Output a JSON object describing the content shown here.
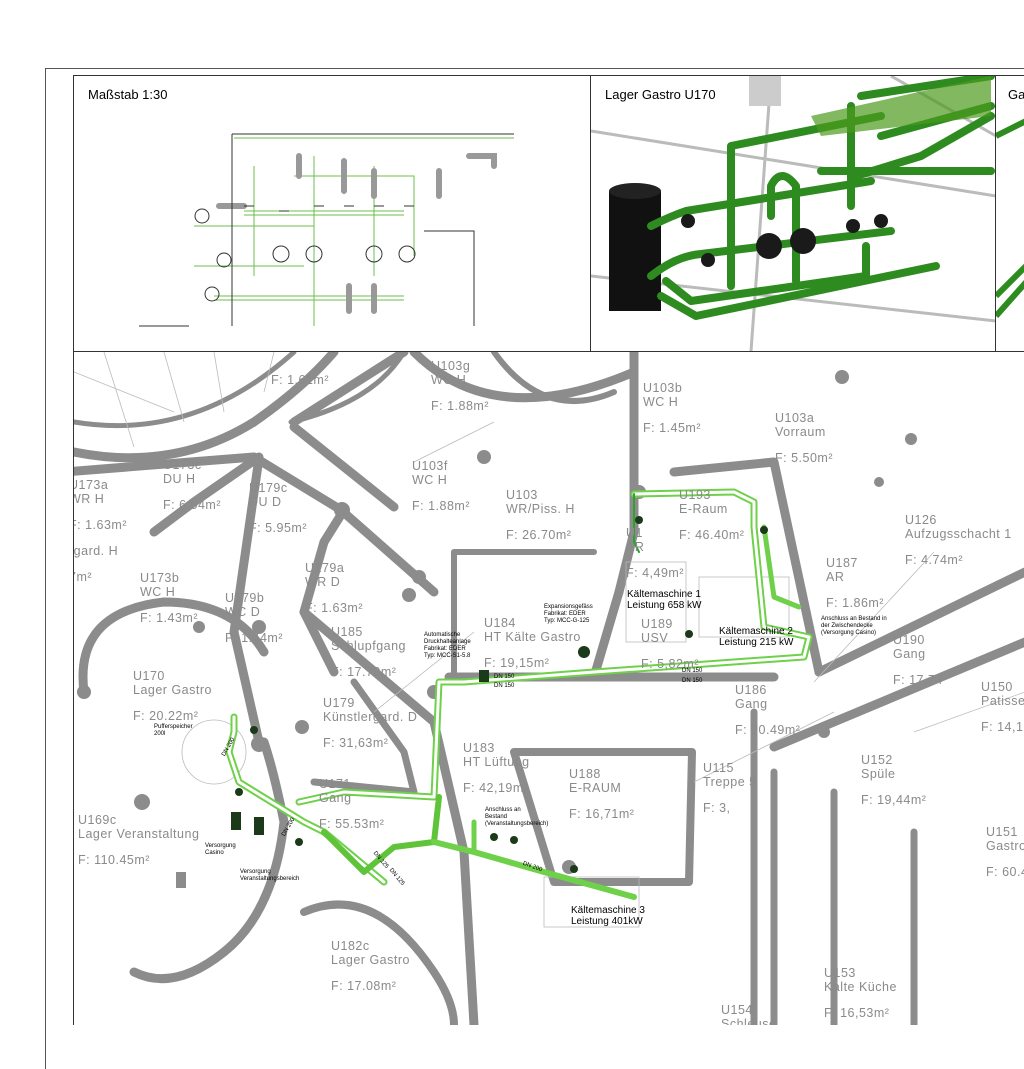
{
  "panels": {
    "scale_title": "Maßstab 1:30",
    "iso_title": "Lager Gastro U170",
    "iso2_title": "Ga"
  },
  "rooms": [
    {
      "id": "",
      "name": "",
      "area": "F:  1.61m²"
    },
    {
      "id": "U103g",
      "name": "WC H",
      "area": "F: 1.88m²"
    },
    {
      "id": "U103b",
      "name": "WC H",
      "area": "F:  1.45m²"
    },
    {
      "id": "U103a",
      "name": "Vorraum",
      "area": "F:  5.50m²"
    },
    {
      "id": "U103f",
      "name": "WC H",
      "area": "F: 1.88m²"
    },
    {
      "id": "U103",
      "name": "WR/Piss. H",
      "area": "F: 26.70m²"
    },
    {
      "id": "U193",
      "name": "E-Raum",
      "area": "F: 46.40m²"
    },
    {
      "id": "U173c",
      "name": "DU H",
      "area": "F: 6.54m²"
    },
    {
      "id": "U179c",
      "name": "DU D",
      "area": "F:  5.95m²"
    },
    {
      "id": "U173a",
      "name": "WR H",
      "area": "F: 1.63m²"
    },
    {
      "id": "",
      "name": "rgard. H",
      "area": "7m²"
    },
    {
      "id": "U173b",
      "name": "WC H",
      "area": "F: 1.43m²"
    },
    {
      "id": "U179b",
      "name": "WC D",
      "area": "F: 1.44m²"
    },
    {
      "id": "U179a",
      "name": "WR D",
      "area": "F: 1.63m²"
    },
    {
      "id": "U185",
      "name": "Schlupfgang",
      "area": "F: 17.70m²"
    },
    {
      "id": "U126",
      "name": "Aufzugsschacht 1",
      "area": "F:  4.74m²"
    },
    {
      "id": "U187",
      "name": "AR",
      "area": "F: 1.86m²"
    },
    {
      "id": "U190",
      "name": "Gang",
      "area": "F: 17.74"
    },
    {
      "id": "U150",
      "name": "Patisse",
      "area": "F: 14,1"
    },
    {
      "id": "U1",
      "name": "AR",
      "area": "F: 4,49m²"
    },
    {
      "id": "U189",
      "name": "USV",
      "area": "F: 5,82m²"
    },
    {
      "id": "U184",
      "name": "HT Kälte Gastro",
      "area": "F: 19,15m²"
    },
    {
      "id": "U170",
      "name": "Lager Gastro",
      "area": "F: 20.22m²"
    },
    {
      "id": "U179",
      "name": "Künstlergard. D",
      "area": "F: 31,63m²"
    },
    {
      "id": "U186",
      "name": "Gang",
      "area": "F: 20.49m²"
    },
    {
      "id": "U183",
      "name": "HT Lüftung",
      "area": "F: 42,19m²"
    },
    {
      "id": "U188",
      "name": "E-RAUM",
      "area": "F: 16,71m²"
    },
    {
      "id": "U115",
      "name": "Treppe 5",
      "area": "F: 3,"
    },
    {
      "id": "U152",
      "name": "Spüle",
      "area": "F: 19,44m²"
    },
    {
      "id": "U151",
      "name": "Gastro",
      "area": "F: 60.4"
    },
    {
      "id": "U169c",
      "name": "Lager Veranstaltung",
      "area": "F: 110.45m²"
    },
    {
      "id": "U171",
      "name": "Gang",
      "area": "F: 55.53m²"
    },
    {
      "id": "U182c",
      "name": "Lager Gastro",
      "area": "F: 17.08m²"
    },
    {
      "id": "U153",
      "name": "Kalte Küche",
      "area": "F: 16,53m²"
    },
    {
      "id": "U154",
      "name": "Schleuse",
      "area": ""
    }
  ],
  "machines": [
    {
      "name": "Kältemaschine 1",
      "power": "Leistung 658 kW"
    },
    {
      "name": "Kältemaschine 2",
      "power": "Leistung 215 kW"
    },
    {
      "name": "Kältemaschine 3",
      "power": "Leistung 401kW"
    }
  ],
  "notes": {
    "expansion": [
      "Expansionsgefäss",
      "Fabrikat: EDER",
      "Typ: MCC-G-125"
    ],
    "pressure": [
      "Automatische",
      "Druckhalteanlage",
      "Fabrikat: EDER",
      "Typ: MCC-S1-5.8"
    ],
    "connection_casino": [
      "Anschluss an Bestand in",
      "der Zwischendecke",
      "(Versorgung Casino)"
    ],
    "connection_event": [
      "Anschluss an",
      "Bestand",
      "(Veranstaltungsbereich)"
    ],
    "buffer": [
      "Pufferspeicher",
      "200l"
    ],
    "supply_casino": [
      "Versorgung",
      "Casino"
    ],
    "supply_event": [
      "Versorgung",
      "Veranstaltungsbereich"
    ]
  },
  "pipe_labels": [
    "DN 150",
    "DN 150",
    "DN 150",
    "DN 150",
    "DN 200",
    "DN 200",
    "DN 125",
    "DN 125",
    "DN 200"
  ],
  "colors": {
    "wall": "#8c8c8c",
    "pipe_light": "#6fd04a",
    "pipe_dark": "#1f7a1f",
    "iso_pipe": "#2e8b1f"
  }
}
